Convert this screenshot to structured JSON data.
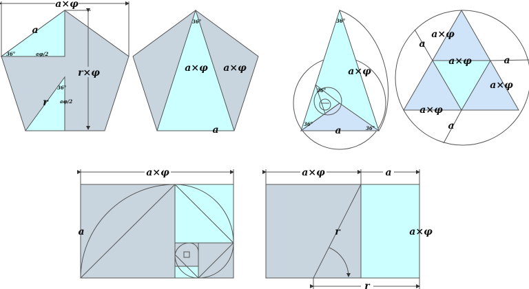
{
  "labels": {
    "a": "a",
    "a_phi": "a×φ",
    "r": "r",
    "r_phi": "r×φ",
    "a_phi_half": "aφ/2",
    "angle36": "36°"
  },
  "colors": {
    "grey_fill": "#c8d5df",
    "cyan_fill": "#ccffff",
    "blue_fill": "#cfe4f8",
    "stroke": "#555555"
  }
}
